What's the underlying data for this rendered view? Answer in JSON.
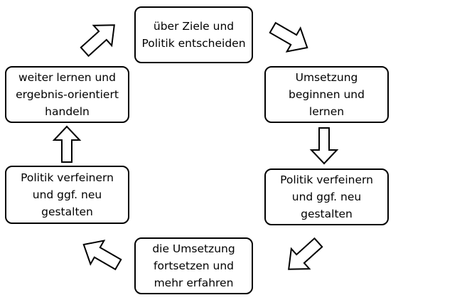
{
  "cycle": {
    "steps": [
      {
        "label": "über Ziele und Politik entscheiden"
      },
      {
        "label": "Umsetzung beginnen und lernen"
      },
      {
        "label": "Politik verfeinern und ggf.  neu gestalten"
      },
      {
        "label": "die Umsetzung fortsetzen und mehr erfahren"
      },
      {
        "label": "Politik verfeinern und ggf.  neu gestalten"
      },
      {
        "label": "weiter lernen und ergebnis-orientiert handeln"
      }
    ],
    "arrows": [
      {
        "icon": "hollow-arrow-icon",
        "direction": "down-right"
      },
      {
        "icon": "hollow-arrow-icon",
        "direction": "down"
      },
      {
        "icon": "hollow-arrow-icon",
        "direction": "down-left"
      },
      {
        "icon": "hollow-arrow-icon",
        "direction": "up-left"
      },
      {
        "icon": "hollow-arrow-icon",
        "direction": "up"
      },
      {
        "icon": "hollow-arrow-icon",
        "direction": "up-right"
      }
    ],
    "colors": {
      "stroke": "#000000",
      "fill": "#ffffff",
      "text": "#000000"
    }
  }
}
